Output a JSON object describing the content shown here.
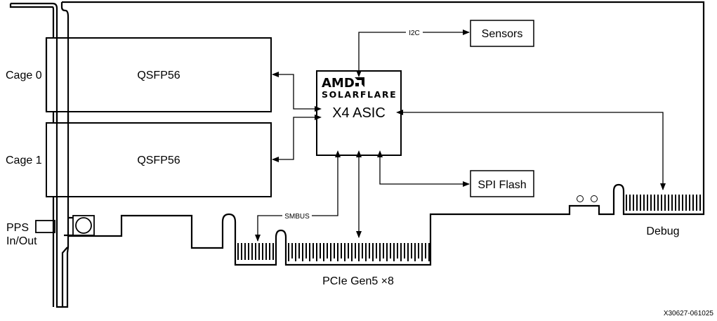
{
  "diagram": {
    "title": "AMD Solarflare X4 adapter block diagram",
    "asic": {
      "brand_line1": "AMD",
      "brand_line2": "SOLARFLARE",
      "label": "X4 ASIC"
    },
    "cages": [
      {
        "side_label": "Cage 0",
        "module_label": "QSFP56"
      },
      {
        "side_label": "Cage 1",
        "module_label": "QSFP56"
      }
    ],
    "peripherals": {
      "sensors": "Sensors",
      "spi_flash": "SPI Flash"
    },
    "bus_labels": {
      "i2c": "I2C",
      "smbus": "SMBUS"
    },
    "connectors": {
      "pps_line1": "PPS",
      "pps_line2": "In/Out",
      "pcie": "PCIe Gen5 ×8",
      "debug": "Debug"
    },
    "figure_id": "X30627-061025"
  }
}
